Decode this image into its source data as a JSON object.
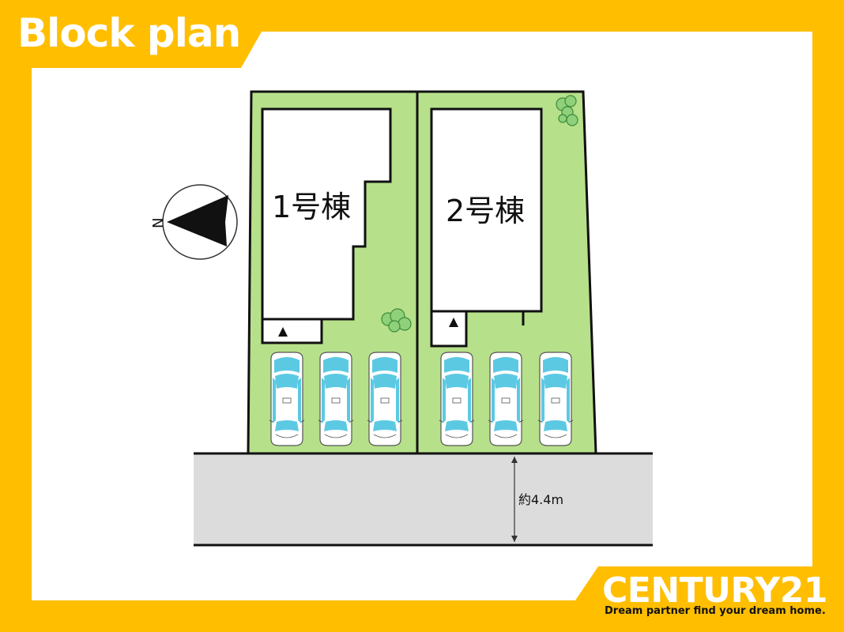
{
  "header": {
    "title": "Block plan"
  },
  "plan": {
    "lot1_label": "1号棟",
    "lot2_label": "2号棟",
    "compass_letter": "N",
    "road_width_label": "約4.4m"
  },
  "footer": {
    "brand": "CENTURY21",
    "tagline": "Dream partner find your dream home."
  },
  "colors": {
    "frame": "#FFBE00",
    "lot_fill": "#B7E08A",
    "road_fill": "#DCDCDC",
    "car_window": "#5CC9E3"
  }
}
